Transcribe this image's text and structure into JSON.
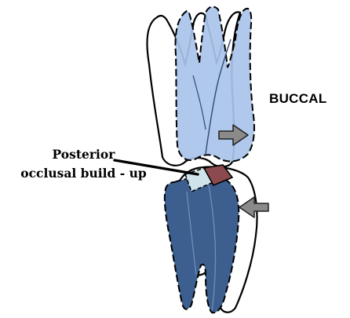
{
  "labels": {
    "buccal": "BUCCAL",
    "posterior_line1": "Posterior",
    "posterior_line2": "occlusal build - up"
  },
  "colors": {
    "upper_tooth_fill": "#a9c3ea",
    "lower_tooth_fill": "#3d5f8f",
    "buildup_left_fill": "#cfe4ea",
    "buildup_right_fill": "#8a4a4f",
    "arrow_fill": "#8a8a8a",
    "outline": "#000000"
  },
  "icons": {
    "upper_arrow": "arrow-right-icon",
    "lower_arrow": "arrow-left-icon"
  }
}
